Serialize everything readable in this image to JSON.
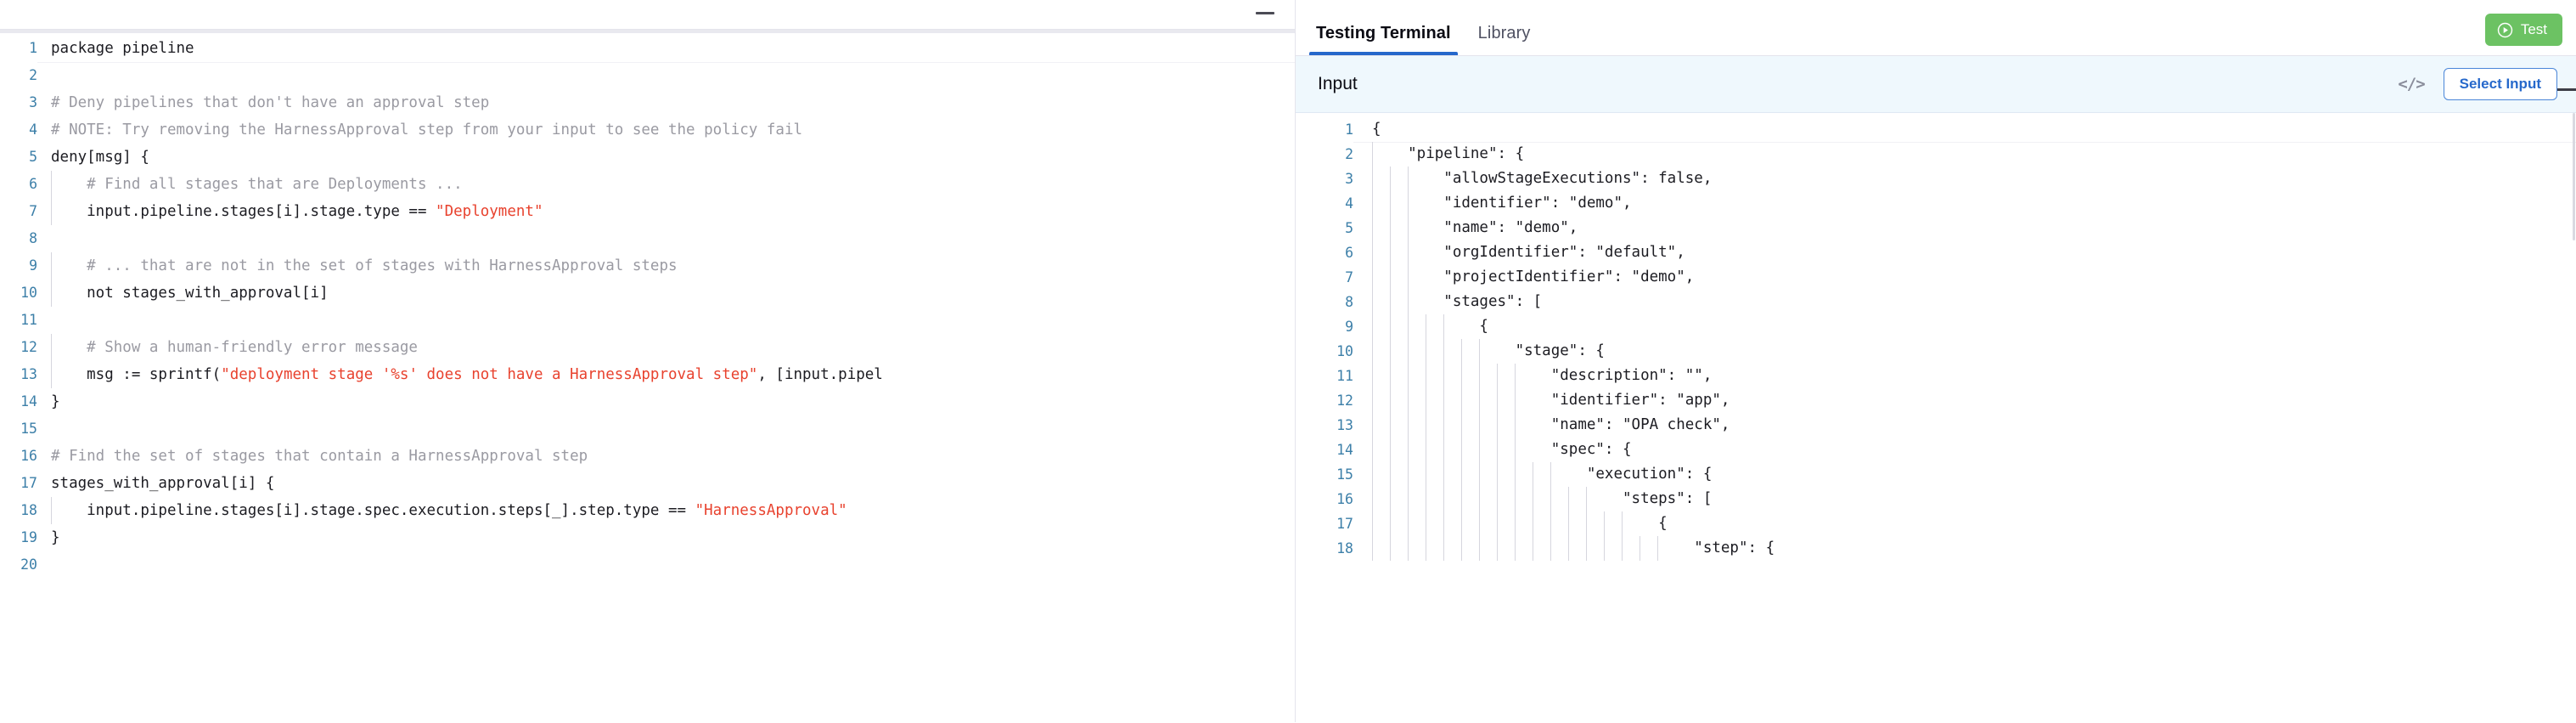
{
  "editor": {
    "minimize_icon": "minimize-icon",
    "language": "rego",
    "lines": [
      {
        "n": 1,
        "indent": false,
        "parts": [
          {
            "t": "code",
            "s": "package pipeline"
          }
        ]
      },
      {
        "n": 2,
        "indent": false,
        "parts": []
      },
      {
        "n": 3,
        "indent": false,
        "parts": [
          {
            "t": "comment",
            "s": "# Deny pipelines that don't have an approval step"
          }
        ]
      },
      {
        "n": 4,
        "indent": false,
        "parts": [
          {
            "t": "comment",
            "s": "# NOTE: Try removing the HarnessApproval step from your input to see the policy fail"
          }
        ]
      },
      {
        "n": 5,
        "indent": false,
        "parts": [
          {
            "t": "code",
            "s": "deny[msg] {"
          }
        ]
      },
      {
        "n": 6,
        "indent": true,
        "parts": [
          {
            "t": "comment",
            "s": "    # Find all stages that are Deployments ..."
          }
        ]
      },
      {
        "n": 7,
        "indent": true,
        "parts": [
          {
            "t": "code",
            "s": "    input.pipeline.stages[i].stage.type == "
          },
          {
            "t": "string",
            "s": "\"Deployment\""
          }
        ]
      },
      {
        "n": 8,
        "indent": true,
        "parts": []
      },
      {
        "n": 9,
        "indent": true,
        "parts": [
          {
            "t": "comment",
            "s": "    # ... that are not in the set of stages with HarnessApproval steps"
          }
        ]
      },
      {
        "n": 10,
        "indent": true,
        "parts": [
          {
            "t": "code",
            "s": "    not stages_with_approval[i]"
          }
        ]
      },
      {
        "n": 11,
        "indent": true,
        "parts": []
      },
      {
        "n": 12,
        "indent": true,
        "parts": [
          {
            "t": "comment",
            "s": "    # Show a human-friendly error message"
          }
        ]
      },
      {
        "n": 13,
        "indent": true,
        "parts": [
          {
            "t": "code",
            "s": "    msg := sprintf("
          },
          {
            "t": "string",
            "s": "\"deployment stage '%s' does not have a HarnessApproval step\""
          },
          {
            "t": "code",
            "s": ", [input.pipel"
          }
        ]
      },
      {
        "n": 14,
        "indent": false,
        "parts": [
          {
            "t": "code",
            "s": "}"
          }
        ]
      },
      {
        "n": 15,
        "indent": false,
        "parts": []
      },
      {
        "n": 16,
        "indent": false,
        "parts": [
          {
            "t": "comment",
            "s": "# Find the set of stages that contain a HarnessApproval step"
          }
        ]
      },
      {
        "n": 17,
        "indent": false,
        "parts": [
          {
            "t": "code",
            "s": "stages_with_approval[i] {"
          }
        ]
      },
      {
        "n": 18,
        "indent": true,
        "parts": [
          {
            "t": "code",
            "s": "    input.pipeline.stages[i].stage.spec.execution.steps[_].step.type == "
          },
          {
            "t": "string",
            "s": "\"HarnessApproval\""
          }
        ]
      },
      {
        "n": 19,
        "indent": false,
        "parts": [
          {
            "t": "code",
            "s": "}"
          }
        ]
      },
      {
        "n": 20,
        "indent": false,
        "parts": []
      }
    ]
  },
  "terminal": {
    "tabs": [
      {
        "label": "Testing Terminal",
        "active": true
      },
      {
        "label": "Library",
        "active": false
      }
    ],
    "test_button": {
      "label": "Test",
      "icon": "play-circle-icon",
      "color": "#6cc263"
    },
    "input_panel": {
      "title": "Input",
      "code_toggle_icon": "code-brackets-icon",
      "code_toggle_label": "</>",
      "select_input_label": "Select Input"
    },
    "json_lines": [
      {
        "n": 1,
        "guides": 0,
        "text": "{"
      },
      {
        "n": 2,
        "guides": 1,
        "text": "    \"pipeline\": {"
      },
      {
        "n": 3,
        "guides": 3,
        "text": "        \"allowStageExecutions\": false,"
      },
      {
        "n": 4,
        "guides": 3,
        "text": "        \"identifier\": \"demo\","
      },
      {
        "n": 5,
        "guides": 3,
        "text": "        \"name\": \"demo\","
      },
      {
        "n": 6,
        "guides": 3,
        "text": "        \"orgIdentifier\": \"default\","
      },
      {
        "n": 7,
        "guides": 3,
        "text": "        \"projectIdentifier\": \"demo\","
      },
      {
        "n": 8,
        "guides": 3,
        "text": "        \"stages\": ["
      },
      {
        "n": 9,
        "guides": 5,
        "text": "            {"
      },
      {
        "n": 10,
        "guides": 7,
        "text": "                \"stage\": {"
      },
      {
        "n": 11,
        "guides": 9,
        "text": "                    \"description\": \"\","
      },
      {
        "n": 12,
        "guides": 9,
        "text": "                    \"identifier\": \"app\","
      },
      {
        "n": 13,
        "guides": 9,
        "text": "                    \"name\": \"OPA check\","
      },
      {
        "n": 14,
        "guides": 9,
        "text": "                    \"spec\": {"
      },
      {
        "n": 15,
        "guides": 11,
        "text": "                        \"execution\": {"
      },
      {
        "n": 16,
        "guides": 13,
        "text": "                            \"steps\": ["
      },
      {
        "n": 17,
        "guides": 15,
        "text": "                                {"
      },
      {
        "n": 18,
        "guides": 17,
        "text": "                                    \"step\": {"
      }
    ]
  },
  "colors": {
    "accent_blue": "#2668cb",
    "test_green": "#6cc263",
    "gutter_blue": "#3c7fa8",
    "comment_gray": "#9a9aa2",
    "string_red": "#e8422e",
    "input_bar_bg": "#eff8fd"
  }
}
